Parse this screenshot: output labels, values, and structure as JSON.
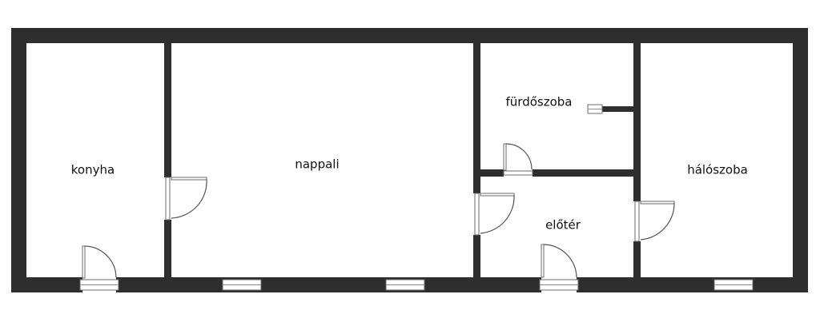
{
  "plan": {
    "colors": {
      "wall": "#2e2e2e",
      "background": "#ffffff",
      "door_line": "#555555",
      "window_line": "#6b6b6b",
      "watermark": "#d8d8d8"
    },
    "rooms": [
      {
        "id": "kitchen",
        "label": "konyha"
      },
      {
        "id": "living",
        "label": "nappali"
      },
      {
        "id": "bathroom",
        "label": "fürdőszoba"
      },
      {
        "id": "hall",
        "label": "előtér"
      },
      {
        "id": "bedroom",
        "label": "hálószoba"
      }
    ],
    "watermark_icon": "ingatlan-logo-icon"
  }
}
